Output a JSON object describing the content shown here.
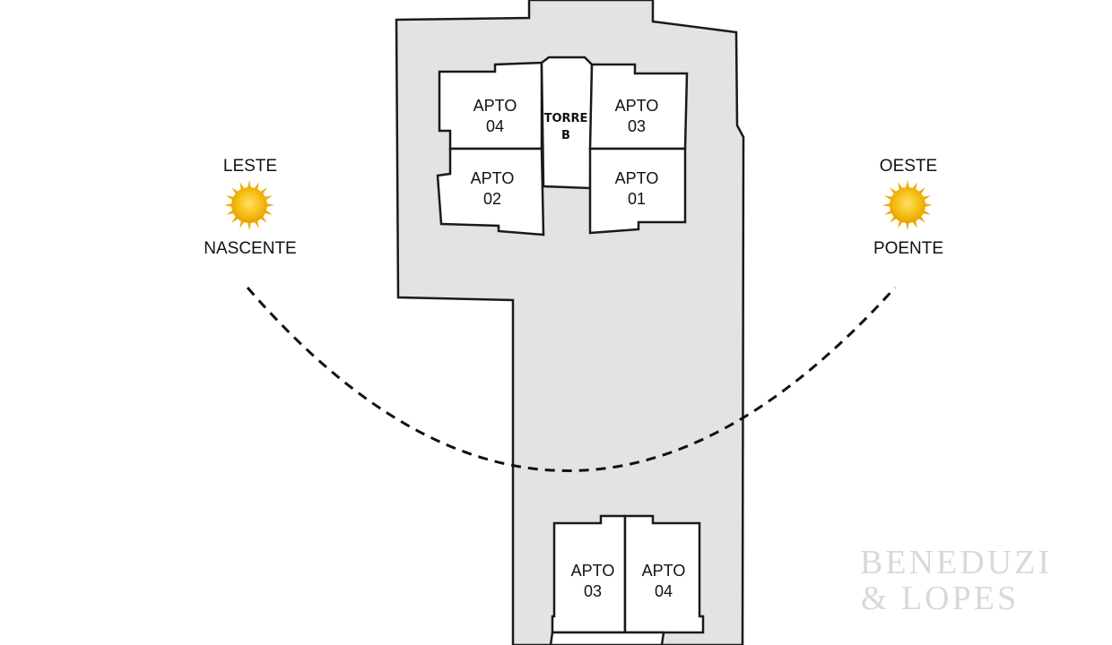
{
  "east": {
    "direction": "LESTE",
    "label": "NASCENTE",
    "icon": "sun-icon"
  },
  "west": {
    "direction": "OESTE",
    "label": "POENTE",
    "icon": "sun-icon"
  },
  "tower": {
    "line1": "TORRE",
    "line2": "B"
  },
  "units_upper": [
    {
      "line1": "APTO",
      "line2": "04"
    },
    {
      "line1": "APTO",
      "line2": "03"
    },
    {
      "line1": "APTO",
      "line2": "02"
    },
    {
      "line1": "APTO",
      "line2": "01"
    }
  ],
  "units_lower": [
    {
      "line1": "APTO",
      "line2": "03"
    },
    {
      "line1": "APTO",
      "line2": "04"
    }
  ],
  "watermark": {
    "line1": "BENEDUZI",
    "line2": "& LOPES"
  },
  "colors": {
    "lot_fill": "#e3e3e3",
    "unit_fill": "#ffffff",
    "outline": "#1a1a1a",
    "sun_core": "#f5b800",
    "sun_ray": "#f2a900",
    "path": "#111111",
    "watermark": "#d9d9d9"
  }
}
